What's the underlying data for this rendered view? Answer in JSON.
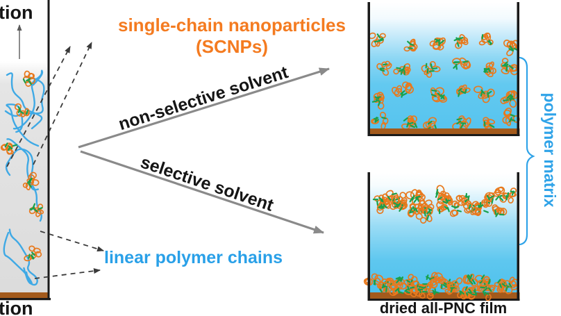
{
  "figure": {
    "description": "scheme: SCNP/polymer solution cast from non-selective vs selective solvent into all-PNC film"
  },
  "labels": {
    "partial_top": "tion",
    "partial_bottom": "tion",
    "scnp_line1": "single-chain nanoparticles",
    "scnp_line2": "(SCNPs)",
    "nonselective_arrow": "non-selective solvent",
    "selective_arrow": "selective solvent",
    "linear_chains": "linear polymer chains",
    "film_caption": "dried all-PNC film",
    "polymer_matrix": "polymer matrix"
  },
  "colors": {
    "scnp_label": "#F47B20",
    "chain_label": "#29A0E8",
    "matrix_label": "#2FA3E8",
    "arrow_gray": "#8A8A8A",
    "dashed_arrow": "#3A3A3A",
    "particle_orange": "#E8791D",
    "particle_green": "#18A14D",
    "chain_blue": "#3FA9E5",
    "liquid_blue": "#55C3EE",
    "liquid_blue_deep": "#4CC0ED",
    "substrate_brown": "#A35A1C",
    "vial_gray": "#DCDCDC",
    "wall_black": "#1A1A1A"
  },
  "particles": {
    "left_vial_clusters": 6,
    "left_vial_chains": 8,
    "top_container_clusters": 24,
    "bottom_interface_band_clusters": 21,
    "bottom_substrate_band_clusters": 23
  }
}
